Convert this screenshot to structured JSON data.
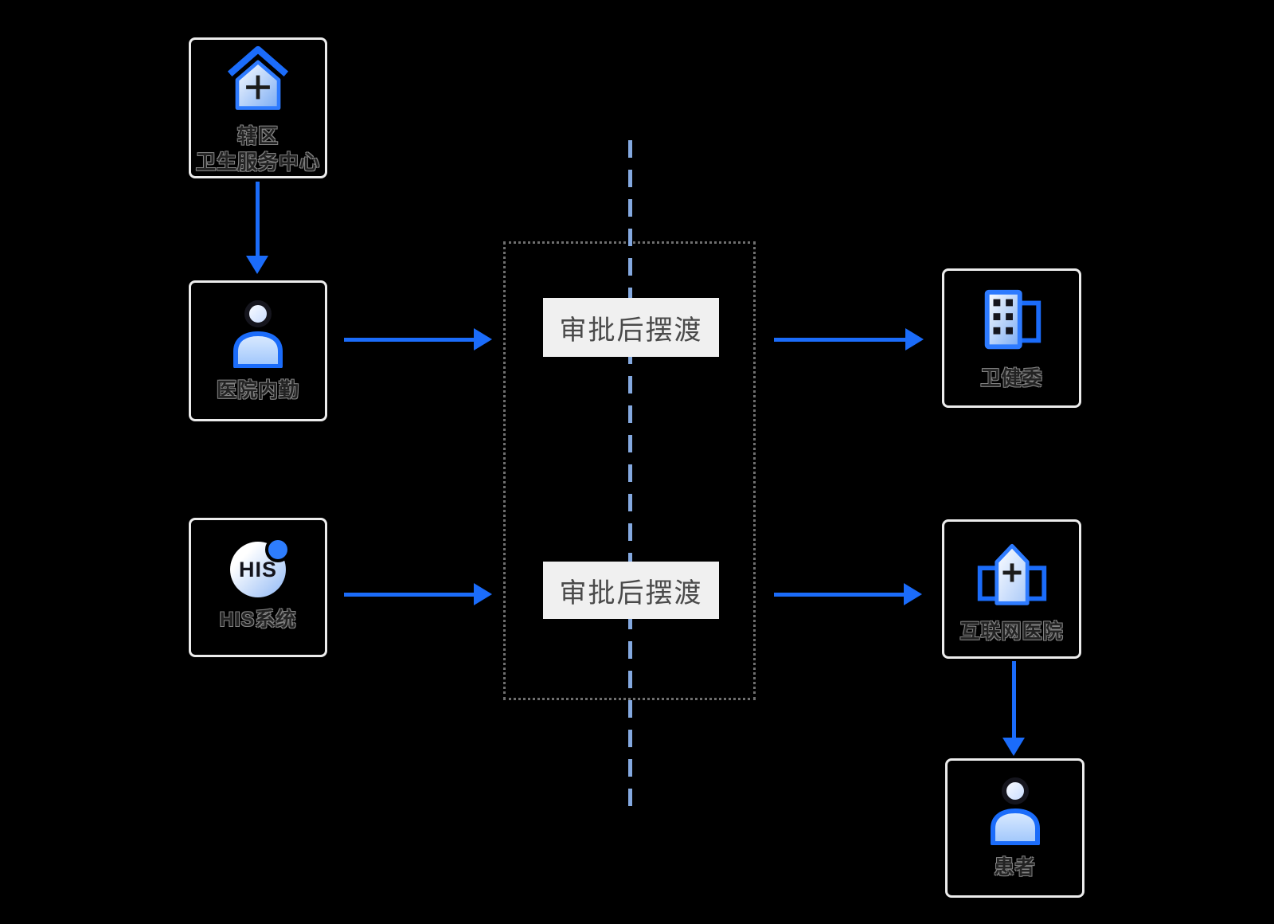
{
  "diagram": {
    "nodes": {
      "district_health_center": {
        "line1": "辖区",
        "line2": "卫生服务中心",
        "icon": "hospital-house-icon"
      },
      "hospital_internal_staff": {
        "label": "医院内勤",
        "icon": "person-icon"
      },
      "health_commission": {
        "label": "卫健委",
        "icon": "building-icon"
      },
      "his_system": {
        "label": "HIS系统",
        "icon": "his-system-icon",
        "icon_text": "HIS"
      },
      "internet_hospital": {
        "label": "互联网医院",
        "icon": "internet-hospital-icon"
      },
      "patient": {
        "label": "患者",
        "icon": "person-icon"
      }
    },
    "ferry_gate": {
      "row1_label": "审批后摆渡",
      "row2_label": "审批后摆渡"
    },
    "colors": {
      "background": "#000000",
      "arrow_blue": "#1b6cfa",
      "dashed_divider_blue": "#84a9e0",
      "node_border": "#ececec",
      "gate_dotted_border": "#6f6f6f",
      "ferry_label_bg": "#f0f0f0",
      "ferry_label_text": "#4a4a4a",
      "icon_stroke_blue": "#2e7bff",
      "icon_fill_gradient": "#ffffff → #79abf4",
      "dark_glyph": "#15151d"
    }
  }
}
